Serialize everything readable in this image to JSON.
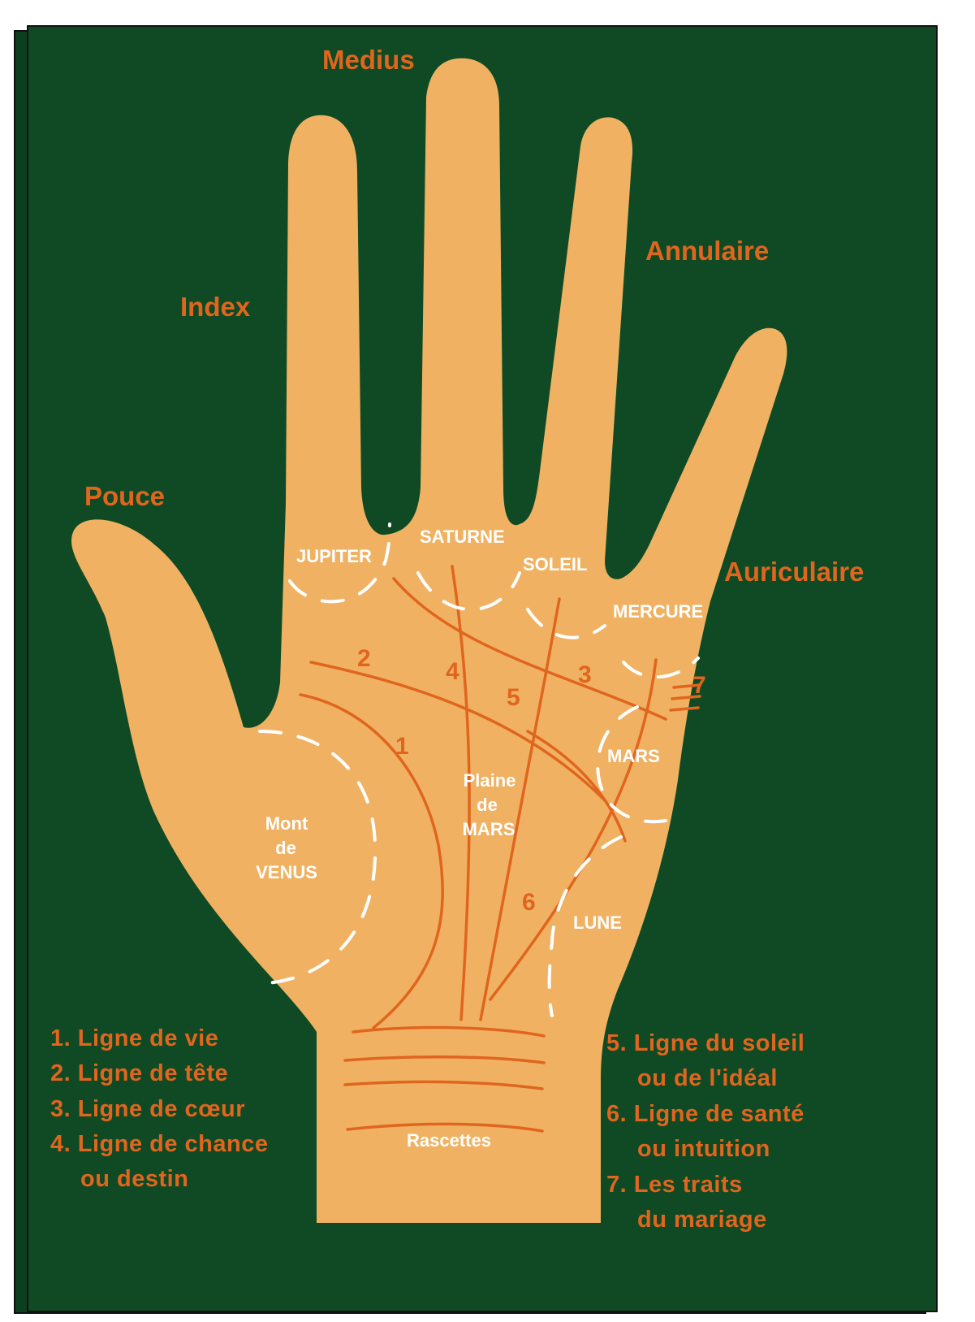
{
  "colors": {
    "background": "#0f4a24",
    "hand": "#f0b262",
    "accent": "#e0651e",
    "mount_text": "#ffffff"
  },
  "fingers": {
    "medius": "Medius",
    "index": "Index",
    "annulaire": "Annulaire",
    "pouce": "Pouce",
    "auriculaire": "Auriculaire"
  },
  "mounts": {
    "jupiter": "JUPITER",
    "saturne": "SATURNE",
    "soleil": "SOLEIL",
    "mercure": "MERCURE",
    "mars": "MARS",
    "plaine": [
      "Plaine",
      "de",
      "MARS"
    ],
    "venus": [
      "Mont",
      "de",
      "VENUS"
    ],
    "lune": "LUNE",
    "rascettes": "Rascettes"
  },
  "line_numbers": [
    "1",
    "2",
    "3",
    "4",
    "5",
    "6",
    "7"
  ],
  "legend_left": [
    "1. Ligne de vie",
    "2. Ligne de tête",
    "3. Ligne de cœur",
    "4. Ligne de chance",
    "ou destin"
  ],
  "legend_right": [
    "5. Ligne du soleil",
    "ou de l'idéal",
    "6. Ligne de santé",
    "ou intuition",
    "7. Les traits",
    "du mariage"
  ]
}
